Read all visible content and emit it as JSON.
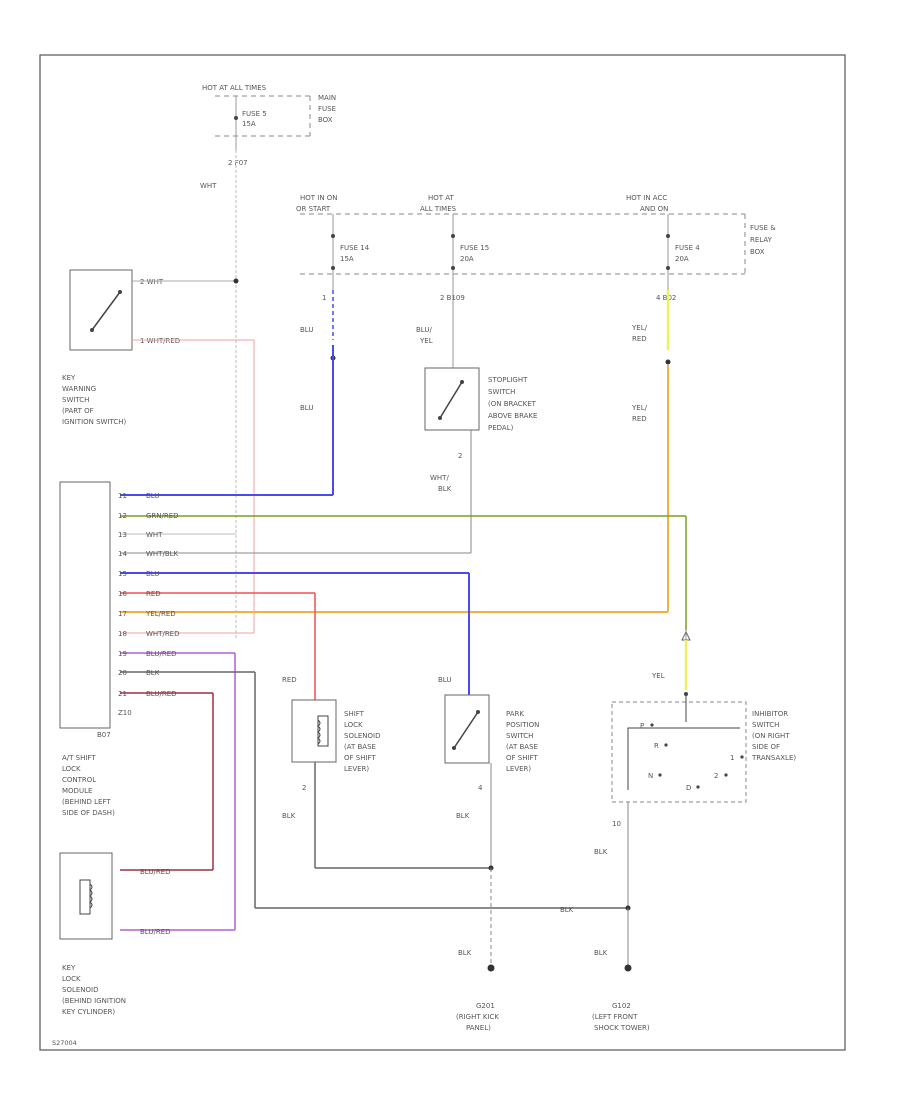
{
  "labels": {
    "hot_at_all_times": "HOT AT ALL TIMES",
    "main_fuse_box": [
      "MAIN",
      "FUSE",
      "BOX"
    ],
    "fuse5": [
      "FUSE 5",
      "15A"
    ],
    "hot_in_on": [
      "HOT IN ON",
      "OR START"
    ],
    "hot_at_all_times2": [
      "HOT AT",
      "ALL TIMES"
    ],
    "hot_in_acc": [
      "HOT IN ACC",
      "AND ON"
    ],
    "fuse14": [
      "FUSE 14",
      "15A"
    ],
    "fuse15": [
      "FUSE 15",
      "20A"
    ],
    "fuse4": [
      "FUSE 4",
      "20A"
    ],
    "fuse_relay_box": [
      "FUSE &",
      "RELAY",
      "BOX"
    ],
    "f07": "2   F07",
    "wht": "WHT",
    "b109": "2   B109",
    "b02": "4   B02",
    "pin1": "1",
    "pin4": "4",
    "key_warning_switch": [
      "KEY",
      "WARNING",
      "SWITCH",
      "(PART OF",
      "IGNITION SWITCH)"
    ],
    "kws_pins": [
      "2  WHT",
      "1  WHT/RED"
    ],
    "stoplight_switch": [
      "STOPLIGHT",
      "SWITCH",
      "(ON BRACKET",
      "ABOVE BRAKE",
      "PEDAL)"
    ],
    "wire_blu": "BLU",
    "wire_blu_yel": [
      "BLU/",
      "YEL"
    ],
    "wire_yel_red": [
      "YEL/",
      "RED"
    ],
    "wire_wht_blk": [
      "WHT/",
      "BLK"
    ],
    "wire_red": "RED",
    "wire_yel": "YEL",
    "wire_blk": "BLK",
    "module_pins": [
      {
        "pin": "11",
        "wire": "BLU"
      },
      {
        "pin": "12",
        "wire": "GRN/RED"
      },
      {
        "pin": "13",
        "wire": "WHT"
      },
      {
        "pin": "14",
        "wire": "WHT/BLK"
      },
      {
        "pin": "15",
        "wire": "BLU"
      },
      {
        "pin": "16",
        "wire": "RED"
      },
      {
        "pin": "17",
        "wire": "YEL/RED"
      },
      {
        "pin": "18",
        "wire": "WHT/RED"
      },
      {
        "pin": "19",
        "wire": "BLU/RED"
      },
      {
        "pin": "20",
        "wire": "BLK"
      },
      {
        "pin": "21",
        "wire": "BLU/RED"
      }
    ],
    "module_extra": [
      "Z10",
      "B07"
    ],
    "module": [
      "A/T SHIFT",
      "LOCK",
      "CONTROL",
      "MODULE",
      "(BEHIND LEFT",
      "SIDE OF DASH)"
    ],
    "shift_lock": [
      "SHIFT",
      "LOCK",
      "SOLENOID",
      "(AT BASE",
      "OF SHIFT",
      "LEVER)"
    ],
    "park_switch": [
      "PARK",
      "POSITION",
      "SWITCH",
      "(AT BASE",
      "OF SHIFT",
      "LEVER)"
    ],
    "inhibitor": [
      "INHIBITOR",
      "SWITCH",
      "(ON RIGHT",
      "SIDE OF",
      "TRANSAXLE)"
    ],
    "inhibitor_letters": [
      "P",
      "R",
      "N",
      "D",
      "2",
      "1"
    ],
    "key_lock": [
      "KEY",
      "LOCK",
      "SOLENOID",
      "(BEHIND IGNITION",
      "KEY CYLINDER)"
    ],
    "kls_wires": [
      "BLU/RED",
      "BLU/RED"
    ],
    "g201": [
      "G201",
      "(RIGHT KICK",
      "PANEL)"
    ],
    "g102": [
      "G102",
      "(LEFT FRONT",
      "SHOCK TOWER)"
    ],
    "p10": "10",
    "num2": "2",
    "num4": "4",
    "code": "S27004"
  },
  "colors": {
    "blue": "#4a4af0",
    "green": "#7aa020",
    "red": "#f05050",
    "orange": "#f4b042",
    "yellow": "#eef060",
    "purple": "#b060d0",
    "maroon": "#a03040",
    "gray": "#666666",
    "pink": "#f0a0a0",
    "frame": "#444444"
  }
}
